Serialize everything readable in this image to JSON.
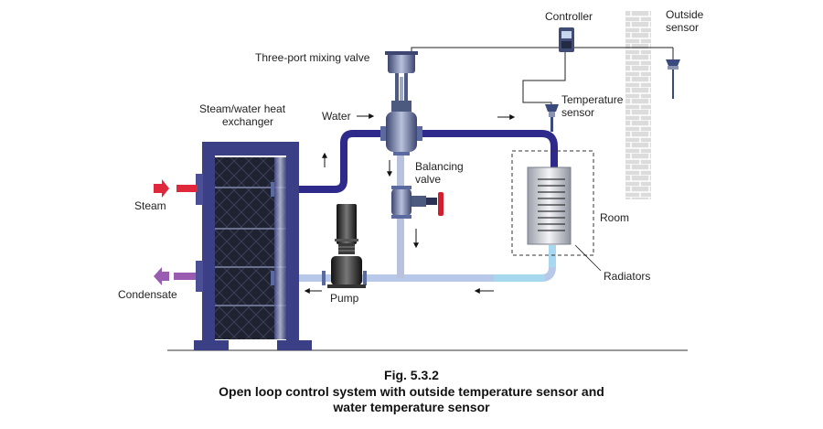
{
  "labels": {
    "controller": "Controller",
    "outside_sensor_line1": "Outside",
    "outside_sensor_line2": "sensor",
    "mixing_valve": "Three-port mixing valve",
    "heat_exchanger_line1": "Steam/water heat",
    "heat_exchanger_line2": "exchanger",
    "water": "Water",
    "temp_sensor_line1": "Temperature",
    "temp_sensor_line2": "sensor",
    "balancing_valve_line1": "Balancing",
    "balancing_valve_line2": "valve",
    "room": "Room",
    "steam": "Steam",
    "condensate": "Condensate",
    "pump": "Pump",
    "radiators": "Radiators"
  },
  "caption": {
    "figure_number": "Fig. 5.3.2",
    "title": "Open loop control system with outside temperature sensor and water temperature sensor"
  },
  "colors": {
    "flow_pipe": "#2e2a8c",
    "return_pipe": "#b8c8e8",
    "return_pipe_light": "#a8d8f0",
    "steam": "#e0283c",
    "condensate": "#9a5cb0",
    "exchanger_frame": "#3a3f86",
    "exchanger_plates": "#1e2130",
    "wall": "#d9d9d9",
    "valve_body": "#4d5a80",
    "handwheel": "#d02030"
  }
}
